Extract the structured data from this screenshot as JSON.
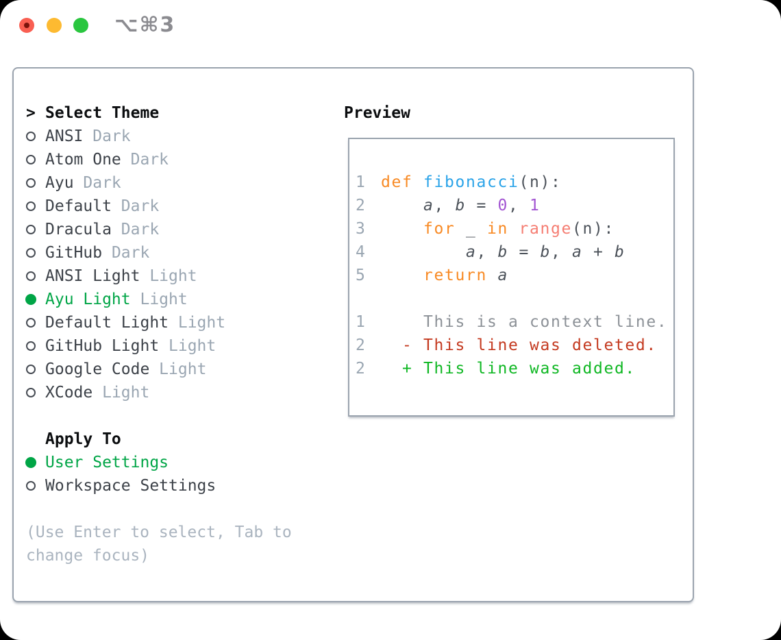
{
  "window": {
    "title": "⌥⌘3"
  },
  "colors": {
    "accent_green": "#00a546",
    "diff_added_green": "#0fb723",
    "diff_removed_red": "#c43a20",
    "border_gray": "#9aa3ae",
    "traffic_red": "#f95f52",
    "traffic_yellow": "#fdba31",
    "traffic_green": "#2ac63f"
  },
  "picker": {
    "cursor": ">",
    "title": "Select Theme",
    "items": [
      {
        "name": "ANSI",
        "variant": "Dark",
        "selected": false
      },
      {
        "name": "Atom One",
        "variant": "Dark",
        "selected": false
      },
      {
        "name": "Ayu",
        "variant": "Dark",
        "selected": false
      },
      {
        "name": "Default",
        "variant": "Dark",
        "selected": false
      },
      {
        "name": "Dracula",
        "variant": "Dark",
        "selected": false
      },
      {
        "name": "GitHub",
        "variant": "Dark",
        "selected": false
      },
      {
        "name": "ANSI Light",
        "variant": "Light",
        "selected": false
      },
      {
        "name": "Ayu Light",
        "variant": "Light",
        "selected": true
      },
      {
        "name": "Default Light",
        "variant": "Light",
        "selected": false
      },
      {
        "name": "GitHub Light",
        "variant": "Light",
        "selected": false
      },
      {
        "name": "Google Code",
        "variant": "Light",
        "selected": false
      },
      {
        "name": "XCode",
        "variant": "Light",
        "selected": false
      }
    ],
    "apply_to": {
      "title": "Apply To",
      "options": [
        {
          "label": "User Settings",
          "selected": true
        },
        {
          "label": "Workspace Settings",
          "selected": false
        }
      ]
    },
    "hint": "(Use Enter to select, Tab to change focus)"
  },
  "preview": {
    "title": "Preview",
    "palette": {
      "keyword": "#f88a24",
      "function": "#2aa3e8",
      "number": "#a254d2",
      "builtin": "#f57d72",
      "plain": "#4c525a",
      "var": "#4c525a",
      "context": "#8c9197",
      "deleted": "#c43a20",
      "added": "#0fb723",
      "line_number": "#9aa6b2"
    },
    "code_lines": [
      {
        "num": "1",
        "segments": [
          {
            "t": "def ",
            "c": "keyword"
          },
          {
            "t": "fibonacci",
            "c": "function"
          },
          {
            "t": "(n):",
            "c": "plain"
          }
        ]
      },
      {
        "num": "2",
        "segments": [
          {
            "t": "    ",
            "c": "plain"
          },
          {
            "t": "a",
            "c": "var",
            "i": true
          },
          {
            "t": ", ",
            "c": "plain"
          },
          {
            "t": "b",
            "c": "var",
            "i": true
          },
          {
            "t": " = ",
            "c": "plain"
          },
          {
            "t": "0",
            "c": "number"
          },
          {
            "t": ", ",
            "c": "plain"
          },
          {
            "t": "1",
            "c": "number"
          }
        ]
      },
      {
        "num": "3",
        "segments": [
          {
            "t": "    ",
            "c": "plain"
          },
          {
            "t": "for",
            "c": "keyword"
          },
          {
            "t": " _ ",
            "c": "plain"
          },
          {
            "t": "in",
            "c": "keyword"
          },
          {
            "t": " ",
            "c": "plain"
          },
          {
            "t": "range",
            "c": "builtin"
          },
          {
            "t": "(n):",
            "c": "plain"
          }
        ]
      },
      {
        "num": "4",
        "segments": [
          {
            "t": "        ",
            "c": "plain"
          },
          {
            "t": "a",
            "c": "var",
            "i": true
          },
          {
            "t": ", ",
            "c": "plain"
          },
          {
            "t": "b",
            "c": "var",
            "i": true
          },
          {
            "t": " = ",
            "c": "plain"
          },
          {
            "t": "b",
            "c": "var",
            "i": true
          },
          {
            "t": ", ",
            "c": "plain"
          },
          {
            "t": "a",
            "c": "var",
            "i": true
          },
          {
            "t": " + ",
            "c": "plain"
          },
          {
            "t": "b",
            "c": "var",
            "i": true
          }
        ]
      },
      {
        "num": "5",
        "segments": [
          {
            "t": "    ",
            "c": "plain"
          },
          {
            "t": "return",
            "c": "keyword"
          },
          {
            "t": " ",
            "c": "plain"
          },
          {
            "t": "a",
            "c": "var",
            "i": true
          }
        ]
      },
      {
        "num": "",
        "segments": []
      },
      {
        "num": "1",
        "segments": [
          {
            "t": "    This is a context line.",
            "c": "context"
          }
        ]
      },
      {
        "num": "2",
        "segments": [
          {
            "t": "  - This line was deleted.",
            "c": "deleted"
          }
        ]
      },
      {
        "num": "2",
        "segments": [
          {
            "t": "  + This line was added.",
            "c": "added"
          }
        ]
      }
    ]
  }
}
